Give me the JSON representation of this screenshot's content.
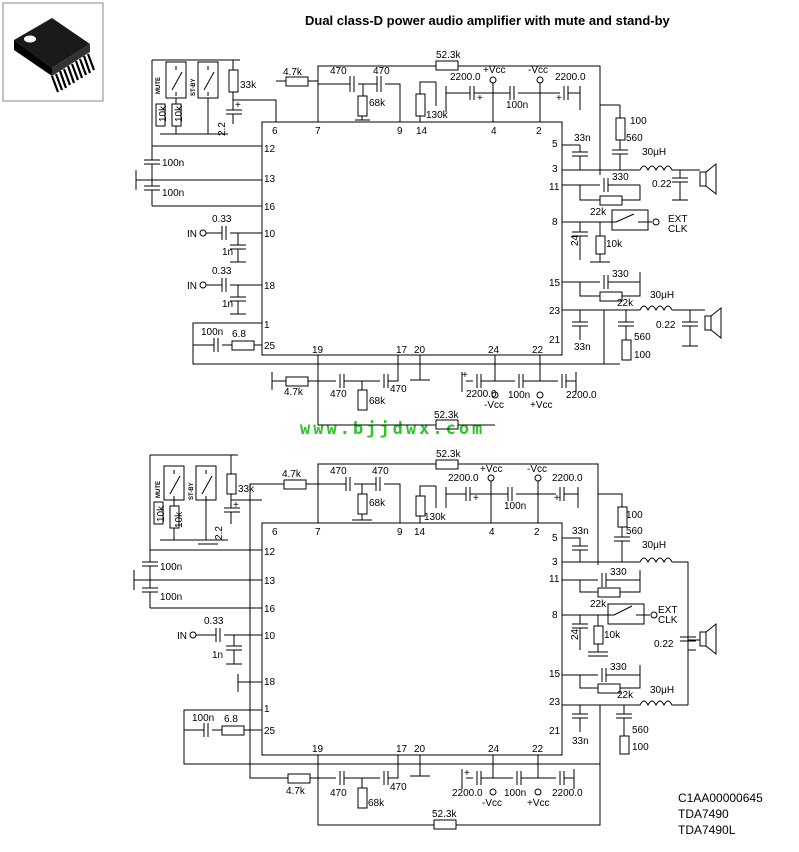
{
  "title": "Dual class-D power audio amplifier with mute and stand-by",
  "watermark": "www.bjjdwx.com",
  "ref_lines": [
    "C1AA00000645",
    "TDA7490",
    "TDA7490L"
  ],
  "switch_labels": {
    "mute": "MUTE",
    "standby": "ST-BY"
  },
  "supply": {
    "pos": "+Vcc",
    "neg": "-Vcc"
  },
  "ext_clk": [
    "EXT",
    "CLK"
  ],
  "input_label": "IN",
  "components": {
    "r_52k3": "52.3k",
    "r_4k7": "4.7k",
    "c_470": "470",
    "r_68k": "68k",
    "r_33k": "33k",
    "r_10k": "10k",
    "c_2u2": "2.2",
    "r_130k": "130k",
    "c_2200": "2200.0",
    "c_100n": "100n",
    "c_33n": "33n",
    "r_100": "100",
    "c_560": "560",
    "l_30u": "30μH",
    "c_330": "330",
    "r_22k": "22k",
    "c_0u22": "0.22",
    "c_24": "24",
    "c_0u33": "0.33",
    "c_1n": "1n",
    "r_6k8": "6.8"
  },
  "pins": {
    "top": [
      "6",
      "7",
      "9",
      "14",
      "4",
      "2"
    ],
    "left": [
      "12",
      "13",
      "16",
      "10",
      "18",
      "1",
      "25"
    ],
    "right": [
      "5",
      "3",
      "11",
      "8",
      "15",
      "23",
      "21"
    ],
    "bottom": [
      "19",
      "17",
      "20",
      "24",
      "22"
    ]
  }
}
